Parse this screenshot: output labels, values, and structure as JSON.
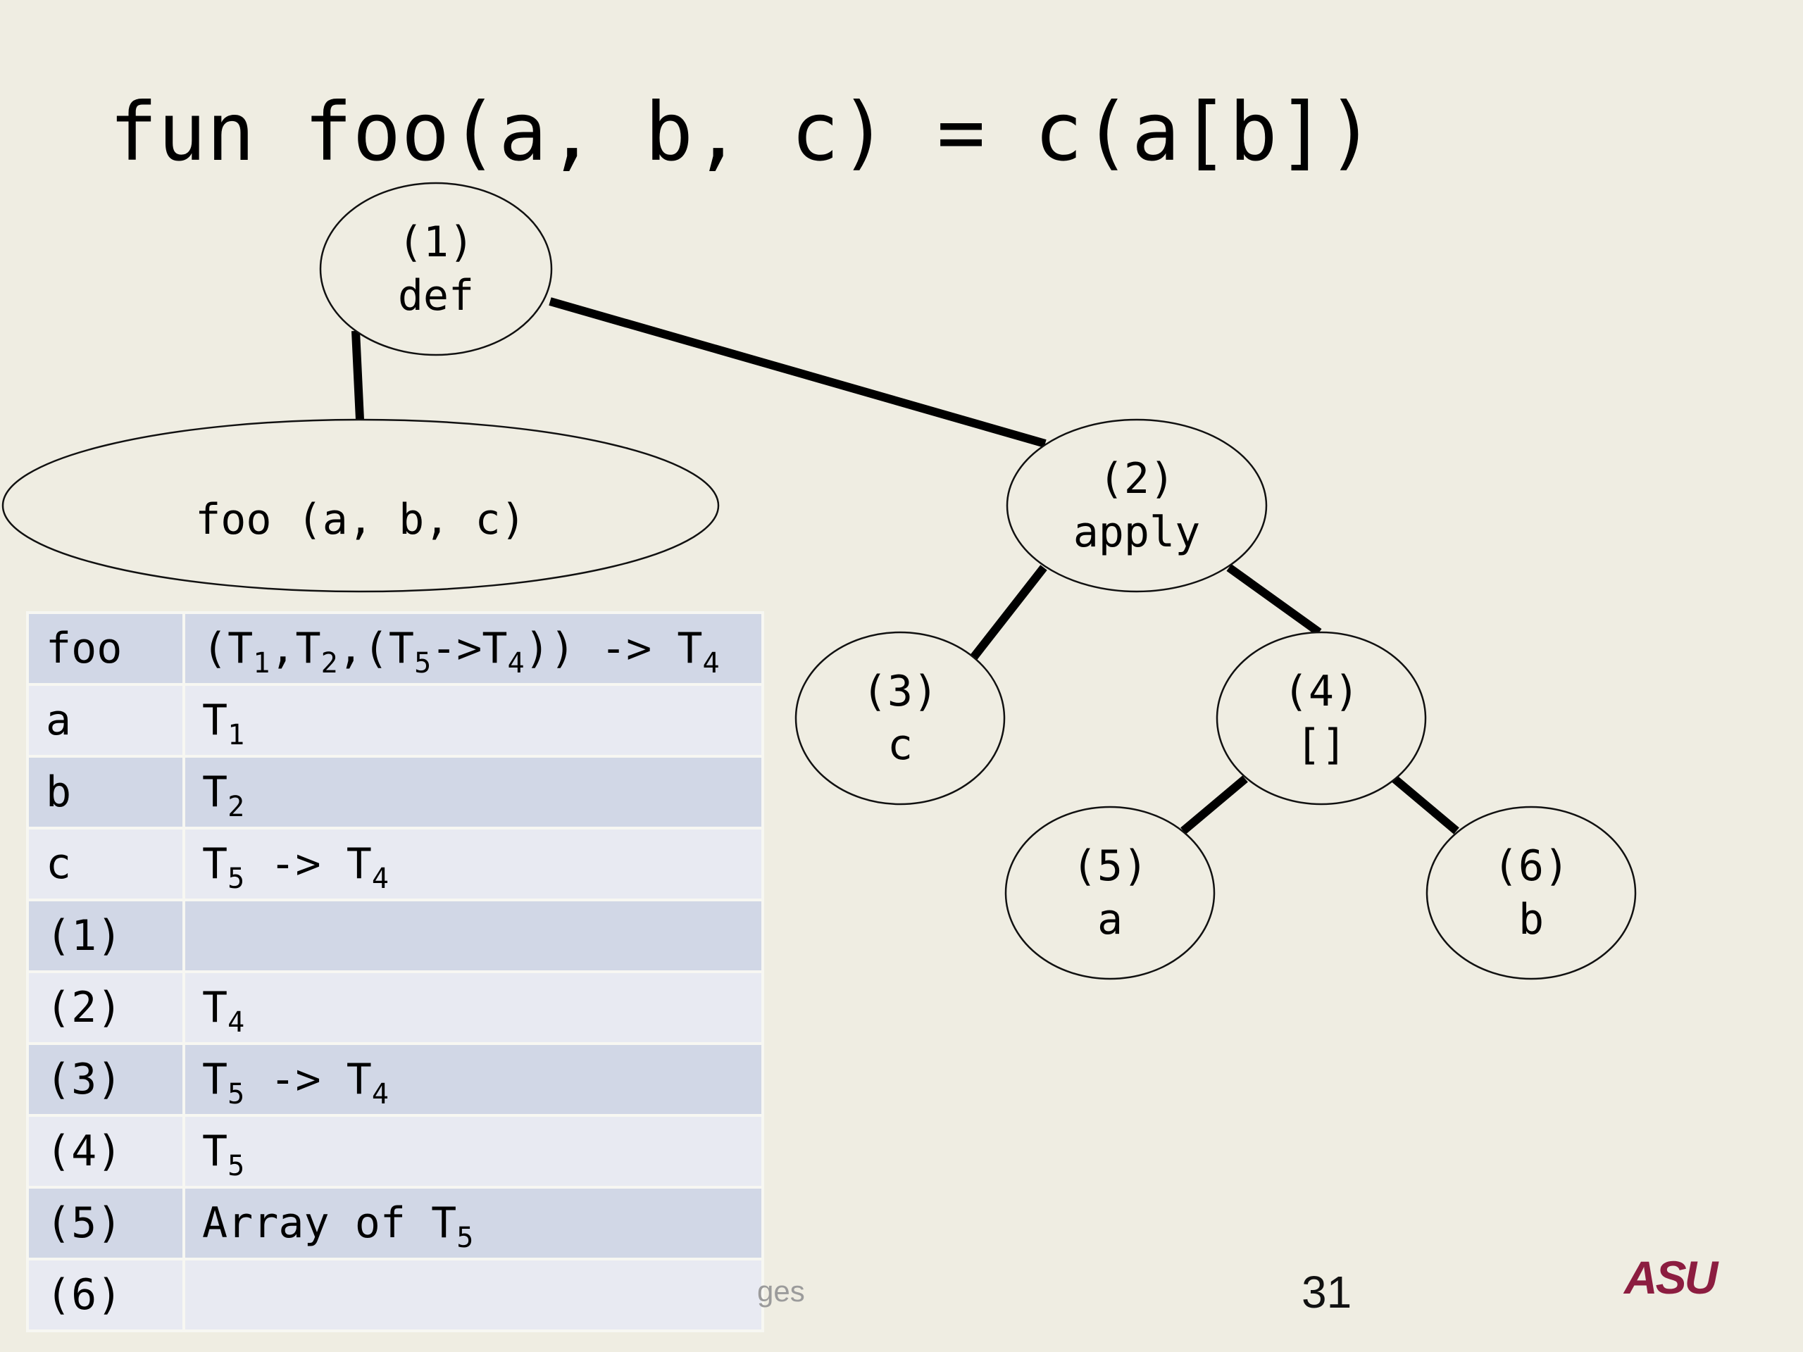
{
  "title": "fun foo(a, b, c) = c(a[b])",
  "tree": {
    "nodes": [
      {
        "id": "1",
        "label": "(1)\ndef"
      },
      {
        "id": "foo",
        "label": "foo (a, b, c)"
      },
      {
        "id": "2",
        "label": "(2)\napply"
      },
      {
        "id": "3",
        "label": "(3)\nc"
      },
      {
        "id": "4",
        "label": "(4)\n[]"
      },
      {
        "id": "5",
        "label": "(5)\na"
      },
      {
        "id": "6",
        "label": "(6)\nb"
      }
    ],
    "edges": [
      {
        "from": "1",
        "to": "foo"
      },
      {
        "from": "1",
        "to": "2"
      },
      {
        "from": "2",
        "to": "3"
      },
      {
        "from": "2",
        "to": "4"
      },
      {
        "from": "4",
        "to": "5"
      },
      {
        "from": "4",
        "to": "6"
      }
    ]
  },
  "type_table": {
    "rows": [
      {
        "name": "foo",
        "type": [
          {
            "t": "(T"
          },
          {
            "s": "1"
          },
          {
            "t": ",T"
          },
          {
            "s": "2"
          },
          {
            "t": ",(T"
          },
          {
            "s": "5"
          },
          {
            "t": "->T"
          },
          {
            "s": "4"
          },
          {
            "t": ")) -> T"
          },
          {
            "s": "4"
          }
        ]
      },
      {
        "name": "a",
        "type": [
          {
            "t": "T"
          },
          {
            "s": "1"
          }
        ]
      },
      {
        "name": "b",
        "type": [
          {
            "t": "T"
          },
          {
            "s": "2"
          }
        ]
      },
      {
        "name": "c",
        "type": [
          {
            "t": "T"
          },
          {
            "s": "5"
          },
          {
            "t": " -> T"
          },
          {
            "s": "4"
          }
        ]
      },
      {
        "name": "(1)",
        "type": []
      },
      {
        "name": "(2)",
        "type": [
          {
            "t": "T"
          },
          {
            "s": "4"
          }
        ]
      },
      {
        "name": "(3)",
        "type": [
          {
            "t": "T"
          },
          {
            "s": "5"
          },
          {
            "t": " -> T"
          },
          {
            "s": "4"
          }
        ]
      },
      {
        "name": "(4)",
        "type": [
          {
            "t": "T"
          },
          {
            "s": "5"
          }
        ]
      },
      {
        "name": "(5)",
        "type": [
          {
            "t": "Array of T"
          },
          {
            "s": "5"
          }
        ]
      },
      {
        "name": "(6)",
        "type": []
      }
    ]
  },
  "footer": {
    "partial_text": "ges",
    "page_number": "31",
    "logo_text": "ASU",
    "logo_color": "#8c1d40"
  }
}
